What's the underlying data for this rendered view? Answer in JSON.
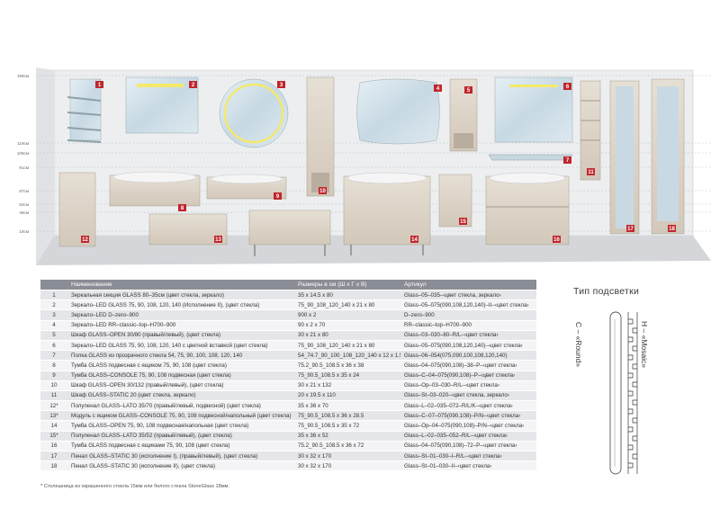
{
  "height_marks": [
    "199см",
    "119см",
    "109см",
    "91см",
    "87см",
    "53см",
    "48см",
    "19см"
  ],
  "item_badges": [
    "1",
    "2",
    "3",
    "4",
    "5",
    "6",
    "7",
    "8",
    "9",
    "10",
    "11",
    "12",
    "13",
    "14",
    "15",
    "16",
    "17",
    "18"
  ],
  "table": {
    "headers": [
      "",
      "Наименование",
      "Размеры в см (Ш x Г x В)",
      "Артикул"
    ],
    "rows": [
      [
        "1",
        "Зеркальная секция GLASS 80–35см (цвет стекла, зеркало)",
        "35 x 14.5 x 80",
        "Glass–05–035–‹цвет стекла, зеркало›"
      ],
      [
        "2",
        "Зеркало–LED GLASS 75, 90, 108, 120, 140 (Исполнение II), (цвет стекла)",
        "75_90_108_120_140 x 21 x 80",
        "Glass–05–075(090,108,120,140)–II–‹цвет стекла›"
      ],
      [
        "3",
        "Зеркало–LED D–zero–900",
        "900 x 2",
        "D–zero–900"
      ],
      [
        "4",
        "Зеркало–LED RR–classic–top–H700–900",
        "90 x 2 x 70",
        "RR–classic–top–H700–900"
      ],
      [
        "5",
        "Шкаф GLASS–OPEN 30/80 (правый/левый), (цвет стекла)",
        "30 x 21 x 80",
        "Glass–03–030–80–R/L–‹цвет стекла›"
      ],
      [
        "6",
        "Зеркало–LED GLASS 75, 90, 108, 120, 140 с цветной вставкой (цвет стекла)",
        "75_90_108_120_140 x 21 x 80",
        "Glass–05–075(090,108,120,140)–‹цвет стекла›"
      ],
      [
        "7",
        "Полка GLASS из прозрачного стекла 54, 75, 90, 100, 108, 120, 140",
        "54_74.7_90_100_108_120_140 x 12 x 1.5",
        "Glass–06–054(075,090,100,108,120,140)"
      ],
      [
        "8",
        "Тумба GLASS подвесная с ящиком 75, 90, 108 (цвет стекла)",
        "75.2_90.5_108.5 x 36 x 38",
        "Glass–04–075(090,108)–38–P–‹цвет стекла›"
      ],
      [
        "9",
        "Тумба GLASS–CONSOLE 75, 90, 108 подвесная (цвет стекла)",
        "75_90.5_108.5 x 35 x 24",
        "Glass–C–04–075(090,108)–P–‹цвет стекла›"
      ],
      [
        "10",
        "Шкаф GLASS–OPEN 30/132 (правый/левый), (цвет стекла)",
        "30 x 21 x 132",
        "Glass–Op–03–030–R/L–‹цвет стекла›"
      ],
      [
        "11",
        "Шкаф GLASS–STATIC 20 (цвет стекла, зеркало)",
        "20 x 19.5 x 110",
        "Glass–St–03–020–‹цвет стекла, зеркало›"
      ],
      [
        "12*",
        "Полупенал GLASS–LATO 35/70 (правый/левый, подвесной) (цвет стекла)",
        "35 x 36 x 70",
        "Glass–L–02–035–072–R/L/K–‹цвет стекла›"
      ],
      [
        "13*",
        "Модуль с ящиком GLASS–CONSOLE 75, 90, 108 подвесной/напольный (цвет стекла)",
        "75_90.5_108.5 x 36 x 28.5",
        "Glass–C–07–075(090,108)–P/N–‹цвет стекла›"
      ],
      [
        "14",
        "Тумба GLASS–OPEN 75, 90, 108 подвесная/напольная (цвет стекла)",
        "75_90.5_108.5 x 35 x 72",
        "Glass–Op–04–075(090,108)–P/N–‹цвет стекла›"
      ],
      [
        "15*",
        "Полупенал GLASS–LATO 35/52 (правый/левый), (цвет стекла)",
        "35 x 36 x 52",
        "Glass–L–02–035–052–R/L–‹цвет стекла›"
      ],
      [
        "16",
        "Тумба GLASS подвесная с ящиками 75, 90, 108 (цвет стекла)",
        "75.2_90.5_108.5 x 36 x 72",
        "Glass–04–075(090,108)–72–P–‹цвет стекла›"
      ],
      [
        "17",
        "Пенал GLASS–STATIC 30 (исполнение I), (правый/левый), (цвет стекла)",
        "30 x 32 x 170",
        "Glass–St–01–030–I–R/L–‹цвет стекла›"
      ],
      [
        "18",
        "Пенал GLASS–STATIC 30 (исполнение II), (цвет стекла)",
        "30 x 32 x 170",
        "Glass–St–01–030–II–‹цвет стекла›"
      ]
    ]
  },
  "footnote": "* Столешница из окрашенного стекла 15мм или белого стекла StoneGlass 18мм.",
  "lighting": {
    "title": "Тип подсветки",
    "round_label": "C – «Round»",
    "mosaic_label": "H – «Mosaic»"
  },
  "colors": {
    "wall": "#e8e9eb",
    "floor": "#d5d7da",
    "cabinet": "#ddd5c9",
    "badge": "#c0262d",
    "header": "#8a8d95",
    "mirror": "#cfe0ea"
  }
}
